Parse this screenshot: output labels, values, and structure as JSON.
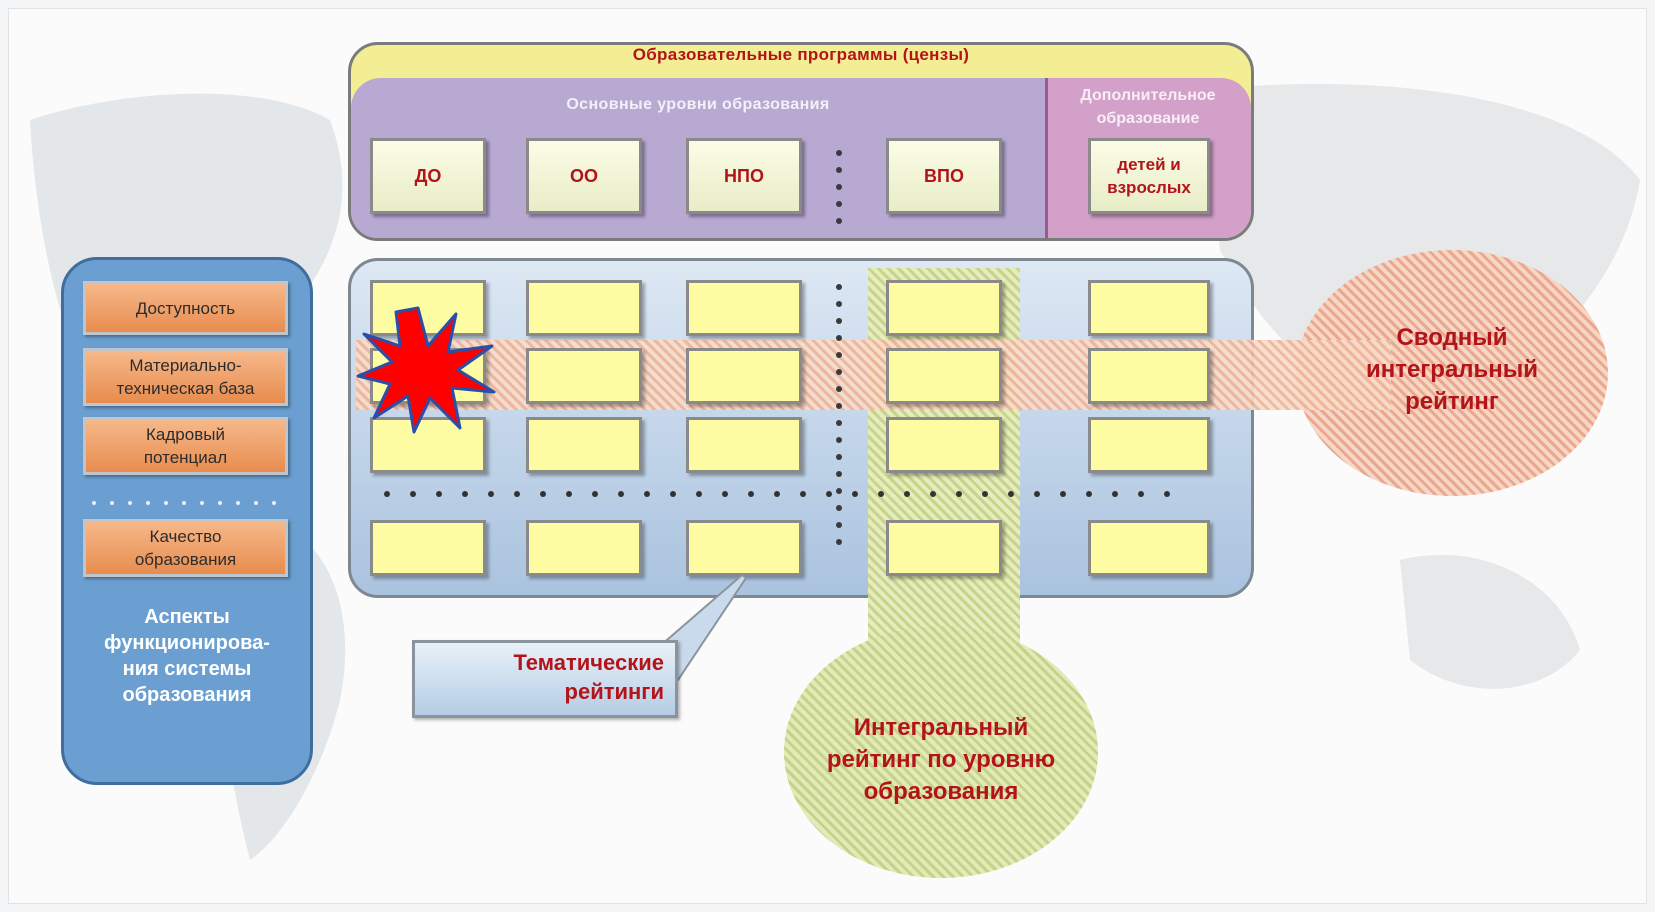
{
  "programs": {
    "title": "Образовательные программы (цензы)",
    "main_levels_title": "Основные уровни образования",
    "extra_title_line1": "Дополнительное",
    "extra_title_line2": "образование",
    "levels": [
      "ДО",
      "ОО",
      "НПО",
      "ВПО"
    ],
    "extra_level_line1": "детей и",
    "extra_level_line2": "взрослых"
  },
  "aspects": {
    "items": [
      {
        "line1": "Доступность",
        "line2": ""
      },
      {
        "line1": "Материально-",
        "line2": "техническая база"
      },
      {
        "line1": "Кадровый",
        "line2": "потенциал"
      },
      {
        "line1": "Качество",
        "line2": "образования"
      }
    ],
    "title_lines": [
      "Аспекты",
      "функционирова-",
      "ния системы",
      "образования"
    ]
  },
  "summary_rating_lines": [
    "Сводный",
    "интегральный",
    "рейтинг"
  ],
  "integral_rating_lines": [
    "Интегральный",
    "рейтинг по уровню",
    "образования"
  ],
  "thematic_rating_lines": [
    "Тематические",
    "рейтинги"
  ],
  "colors": {
    "accent_text": "#b2141a",
    "programs_band": "#f3ee93",
    "main_levels": "#b8a9d3",
    "extra_levels": "#d2a0c9",
    "aspects_panel": "#6b9fd1",
    "aspect_box": "#e88c4e",
    "matrix_cell": "#fdfca2",
    "burst": "#ff0000"
  }
}
